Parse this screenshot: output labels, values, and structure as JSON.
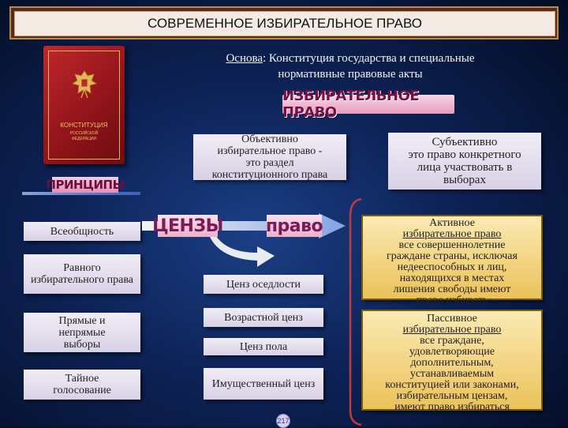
{
  "title": "СОВРЕМЕННОЕ ИЗБИРАТЕЛЬНОЕ ПРАВО",
  "book": {
    "line1": "КОНСТИТУЦИЯ",
    "line2": "РОССИЙСКОЙ",
    "line3": "ФЕДЕРАЦИИ"
  },
  "osnova": {
    "label": "Основа",
    "text1": ": Конституция государства и специальные",
    "text2": "нормативные правовые акты"
  },
  "izb_banner": "ИЗБИРАТЕЛЬНОЕ ПРАВО",
  "objective": {
    "line1": "Объективно",
    "line2": "избирательное право -",
    "line3": "это раздел",
    "line4": "конституционного права"
  },
  "subjective": {
    "line1": "Субъективно",
    "line2": "это право конкретного",
    "line3": "лица участвовать в",
    "line4": "выборах"
  },
  "principles_banner": "ПРИНЦИПЫ",
  "principles": [
    "Всеобщность",
    "Равного избирательного права",
    "Прямые и непрямые выборы",
    "Тайное голосование"
  ],
  "censuses_banner": "ЦЕНЗЫ",
  "pravo_banner": "право",
  "censuses": [
    "Ценз оседлости",
    "Возрастной ценз",
    "Ценз пола",
    "Имущественный ценз"
  ],
  "active": {
    "heading1": "Активное",
    "heading2": "избирательное право",
    "lines": [
      "все совершеннолетние",
      "граждане страны, исключая",
      "недееспособных и лиц,",
      "находящихся в местах",
      "лишения свободы имеют",
      "право избирать"
    ]
  },
  "passive": {
    "heading1": "Пассивное",
    "heading2": "избирательное право",
    "lines": [
      "все граждане,",
      "удовлетворяющие",
      "дополнительным,",
      "устанавливаемым",
      "конституцией или законами,",
      "избирательным цензам,",
      "имеют право избираться"
    ]
  },
  "page_number": "217"
}
